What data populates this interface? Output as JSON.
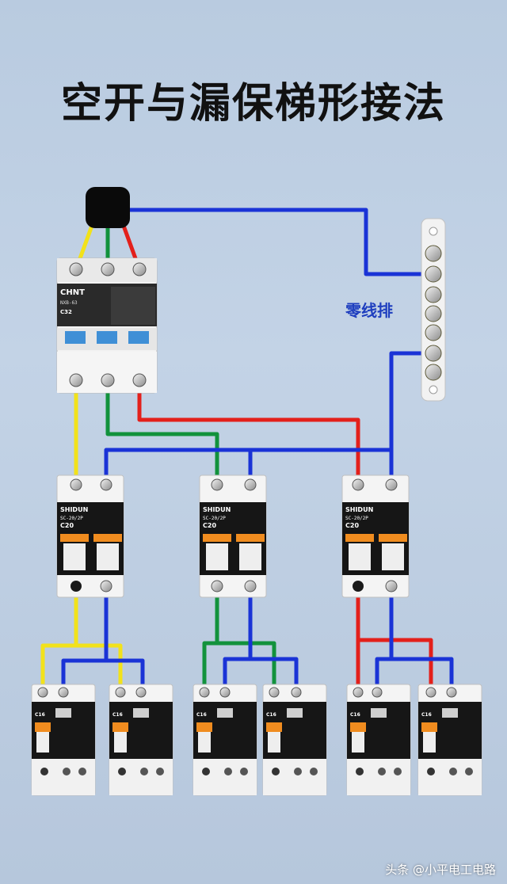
{
  "title": "空开与漏保梯形接法",
  "neutral_bar_label": "零线排",
  "main_breaker": {
    "brand": "CHNT",
    "model": "NXB-63",
    "rating": "C32"
  },
  "branch_breakers": [
    {
      "brand": "SHIDUN",
      "model": "SC-20/2P",
      "rating": "C20",
      "wire_color": "#f2e21a"
    },
    {
      "brand": "SHIDUN",
      "model": "SC-20/2P",
      "rating": "C20",
      "wire_color": "#12923c"
    },
    {
      "brand": "SHIDUN",
      "model": "SC-20/2P",
      "rating": "C20",
      "wire_color": "#e3201b"
    }
  ],
  "rcd_rating": "C16",
  "watermark": "头条 @小平电工电路",
  "colors": {
    "yellow": "#f2e21a",
    "green": "#12923c",
    "red": "#e3201b",
    "blue": "#1a33d6"
  }
}
